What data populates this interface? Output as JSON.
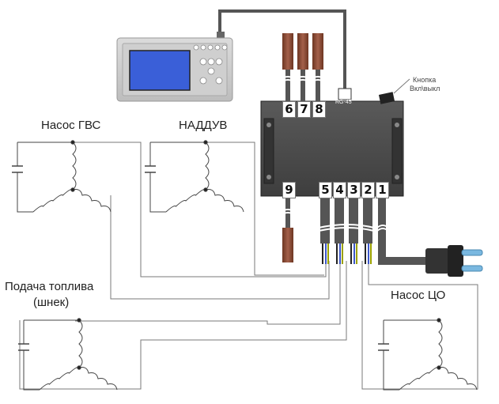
{
  "labels": {
    "pump_dhw": "Насос ГВС",
    "fan": "НАДДУВ",
    "fuel_feed_line1": "Подача топлива",
    "fuel_feed_line2": "(шнек)",
    "pump_co": "Насос ЦО",
    "button_line1": "Кнопка",
    "button_line2": "Вкл\\выкл",
    "rj45": "RG-45"
  },
  "terminals": [
    "1",
    "2",
    "3",
    "4",
    "5",
    "6",
    "7",
    "8",
    "9"
  ],
  "colors": {
    "body": "#4a4a4a",
    "cable": "#555555",
    "plug_pins": "#7ab8e0",
    "screen": "#3a5fd8",
    "sensor": "#8b4a32",
    "wire": "#6e6e6e"
  }
}
